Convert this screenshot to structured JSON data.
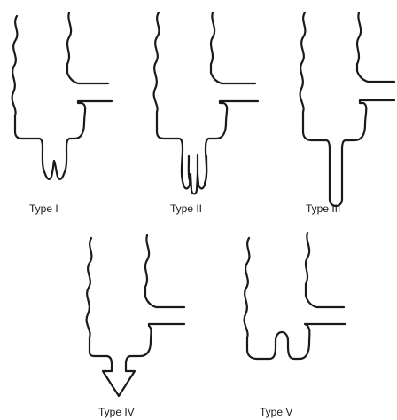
{
  "labels": {
    "type1": "Type I",
    "type2": "Type II",
    "type3": "Type III",
    "type4": "Type IV",
    "type5": "Type V"
  }
}
